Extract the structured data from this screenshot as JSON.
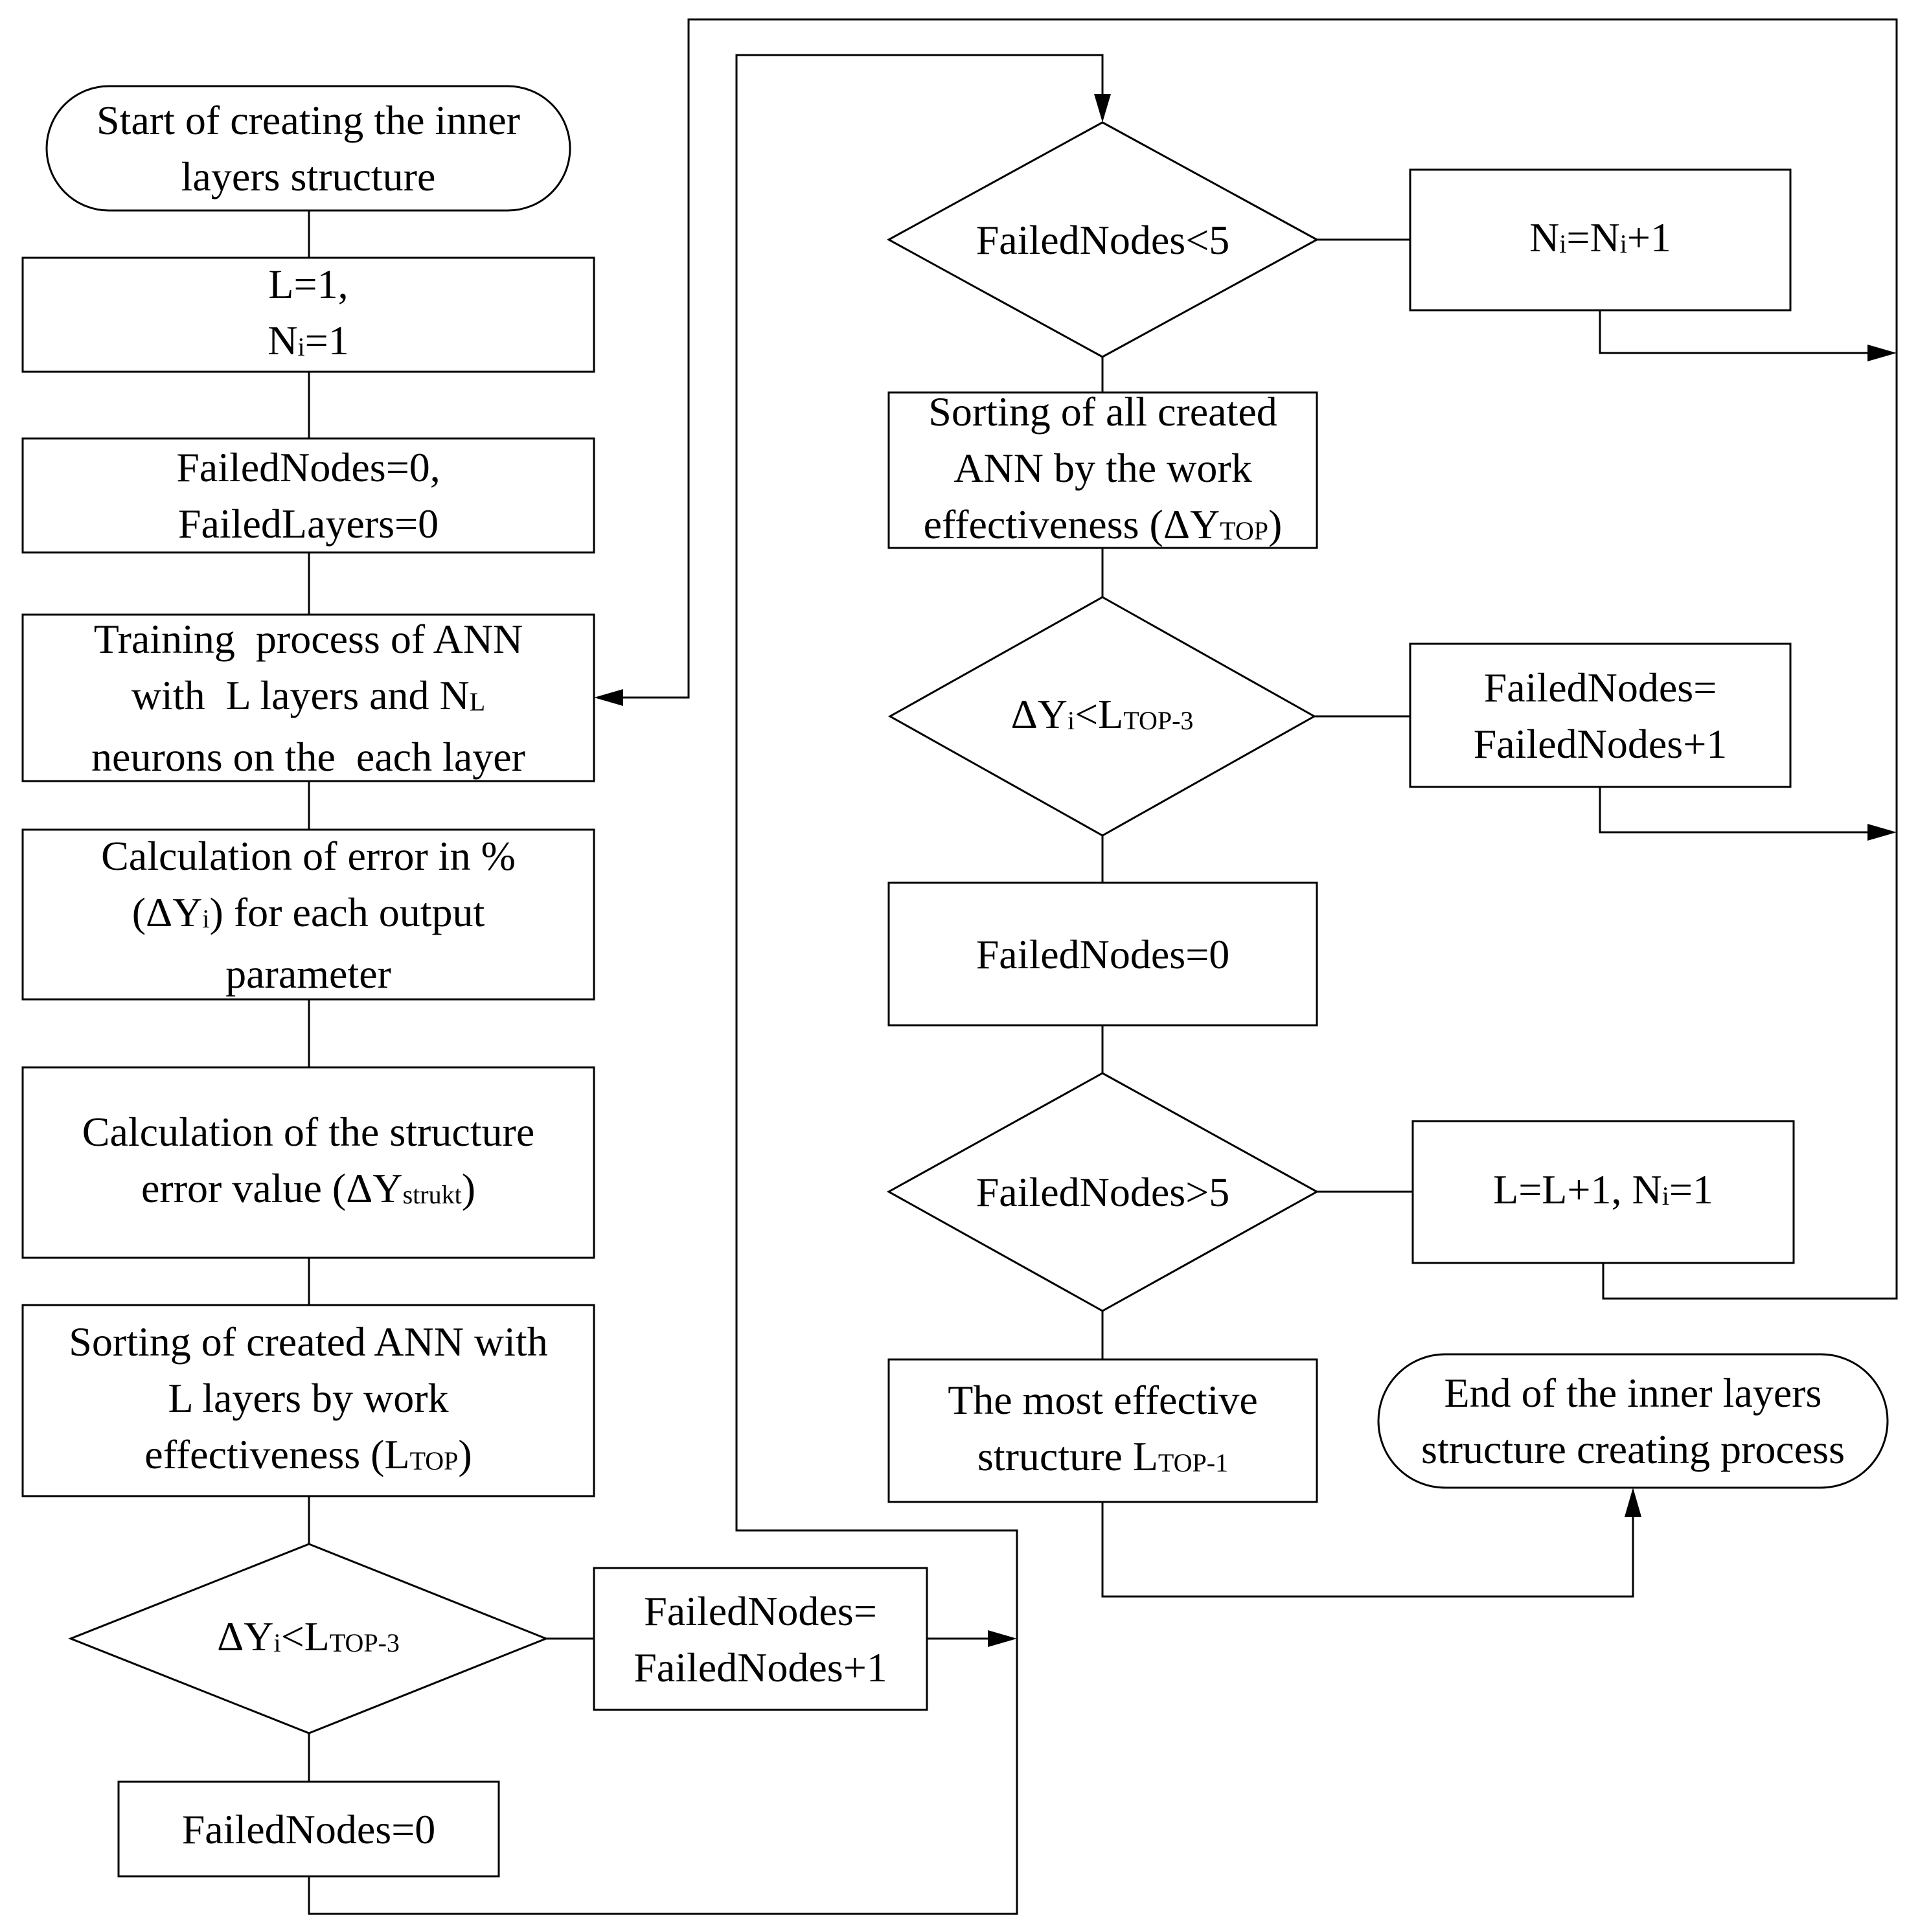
{
  "nodes": {
    "start": {
      "line1": "Start of creating the inner",
      "line2": "layers structure"
    },
    "init_l": {
      "line1": "L=1,",
      "line2_a": "N",
      "line2_sub": "i",
      "line2_b": "=1"
    },
    "init_failed": {
      "line1": "FailedNodes=0,",
      "line2": "FailedLayers=0"
    },
    "training": {
      "line1": "Training  process of ANN",
      "line2_a": "with  L layers and N",
      "line2_sub": "L",
      "line3": "neurons on the  each layer"
    },
    "calc_error": {
      "line1": "Calculation of error in %",
      "line2_a": "(ΔY",
      "line2_sub": "i",
      "line2_b": ") for each output",
      "line3": "parameter"
    },
    "calc_struct": {
      "line1": "Calculation of the structure",
      "line2_a": "error value (ΔY",
      "line2_sub": "strukt",
      "line2_b": ")"
    },
    "sort_l": {
      "line1": "Sorting of created ANN with",
      "line2": "L layers by work",
      "line3_a": "effectiveness (L",
      "line3_sub": "TOP",
      "line3_b": ")"
    },
    "dec_left": {
      "a": "ΔY",
      "sub1": "i",
      "b": "<L",
      "sub2": "TOP-3"
    },
    "failed_inc_left": {
      "line1": "FailedNodes=",
      "line2": "FailedNodes+1"
    },
    "failed_zero_left": {
      "line1": "FailedNodes=0"
    },
    "dec_fn_lt5": {
      "line1": "FailedNodes<5"
    },
    "ni_inc": {
      "a": "N",
      "sub1": "i",
      "b": "=N",
      "sub2": "i",
      "c": "+1"
    },
    "sort_all": {
      "line1": "Sorting of all created",
      "line2": "ANN by the work",
      "line3_a": "effectiveness (ΔY",
      "line3_sub": "TOP",
      "line3_b": ")"
    },
    "dec_right": {
      "a": "ΔY",
      "sub1": "i",
      "b": "<L",
      "sub2": "TOP-3"
    },
    "failed_inc_right": {
      "line1": "FailedNodes=",
      "line2": "FailedNodes+1"
    },
    "failed_zero_right": {
      "line1": "FailedNodes=0"
    },
    "dec_fn_gt5": {
      "line1": "FailedNodes>5"
    },
    "l_inc": {
      "a": "L=L+1, N",
      "sub1": "i",
      "b": "=1"
    },
    "most_effective": {
      "line1": "The most effective",
      "line2_a": "structure L",
      "line2_sub": "TOP-1"
    },
    "end": {
      "line1": "End of the inner layers",
      "line2": "structure creating process"
    }
  }
}
